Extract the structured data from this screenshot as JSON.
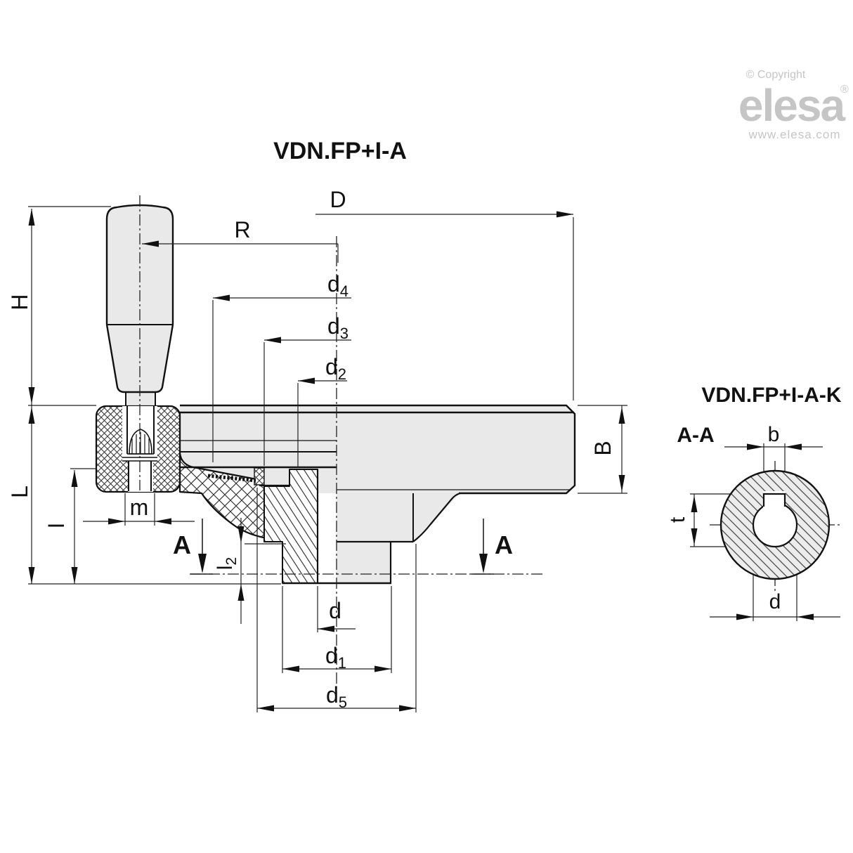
{
  "titles": {
    "main": "VDN.FP+I-A",
    "variant": "VDN.FP+I-A-K",
    "section_view": "A-A"
  },
  "logo": {
    "copyright": "© Copyright",
    "brand": "elesa",
    "registered": "®",
    "website": "www.elesa.com"
  },
  "colors": {
    "line": "#111111",
    "fill_light": "#e9e9e9",
    "logo_gray": "#c5c5c5",
    "hatch": "#3a3a3a"
  },
  "dimensions": {
    "H": "H",
    "L": "L",
    "I": "I",
    "m": "m",
    "R": "R",
    "D": "D",
    "B": "B",
    "A_left": "A",
    "A_right": "A",
    "d": "d",
    "d4": {
      "main": "d",
      "sub": "4"
    },
    "d3": {
      "main": "d",
      "sub": "3"
    },
    "d2": {
      "main": "d",
      "sub": "2"
    },
    "d1": {
      "main": "d",
      "sub": "1"
    },
    "d5": {
      "main": "d",
      "sub": "5"
    },
    "l2": {
      "main": "l",
      "sub": "2"
    }
  },
  "section": {
    "b": "b",
    "t": "t",
    "d": "d"
  }
}
